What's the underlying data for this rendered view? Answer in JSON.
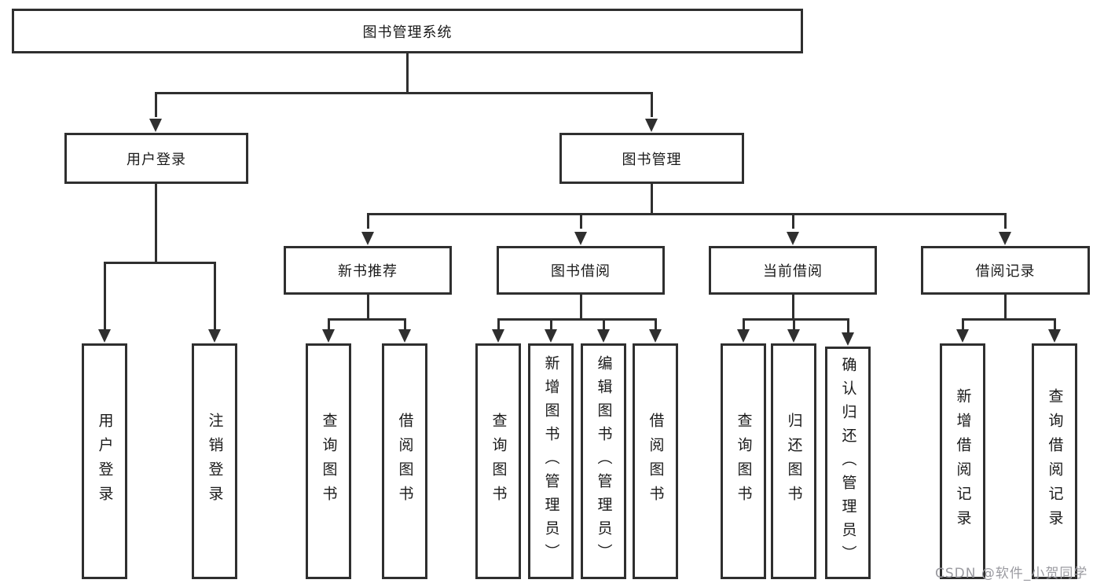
{
  "root": {
    "label": "图书管理系统"
  },
  "level2": {
    "user_login": {
      "label": "用户登录"
    },
    "book_mgmt": {
      "label": "图书管理"
    }
  },
  "level3": {
    "new_book": {
      "label": "新书推荐"
    },
    "book_borrow": {
      "label": "图书借阅"
    },
    "current_borrow": {
      "label": "当前借阅"
    },
    "borrow_records": {
      "label": "借阅记录"
    }
  },
  "leaves": {
    "user_login": [
      "用户登录",
      "注销登录"
    ],
    "new_book": [
      "查询图书",
      "借阅图书"
    ],
    "book_borrow": [
      "查询图书",
      "新增图书（管理员）",
      "编辑图书（管理员）",
      "借阅图书"
    ],
    "current_borrow": [
      "查询图书",
      "归还图书",
      "确认归还（管理员）"
    ],
    "borrow_records": [
      "新增借阅记录",
      "查询借阅记录"
    ]
  },
  "watermark": "CSDN @软件_小贺同学",
  "colors": {
    "line": "#2f2f2f",
    "text": "#1a1a1a",
    "watermark_text": "#9b9ba1",
    "background": "#ffffff"
  }
}
